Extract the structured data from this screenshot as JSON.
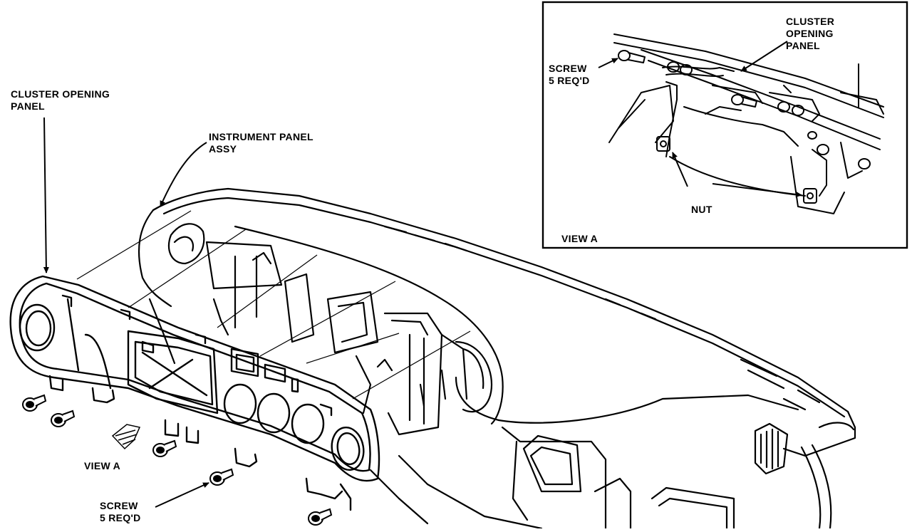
{
  "labels": {
    "cluster_opening_panel_main": "CLUSTER OPENING\nPANEL",
    "instrument_panel_assy": "INSTRUMENT PANEL\nASSY",
    "view_a_pointer": "VIEW A",
    "screw_main": "SCREW\n5 REQ'D",
    "inset_cluster_opening_panel": "CLUSTER\nOPENING\nPANEL",
    "inset_screw": "SCREW\n5 REQ'D",
    "inset_nut": "NUT",
    "inset_title": "VIEW A"
  }
}
